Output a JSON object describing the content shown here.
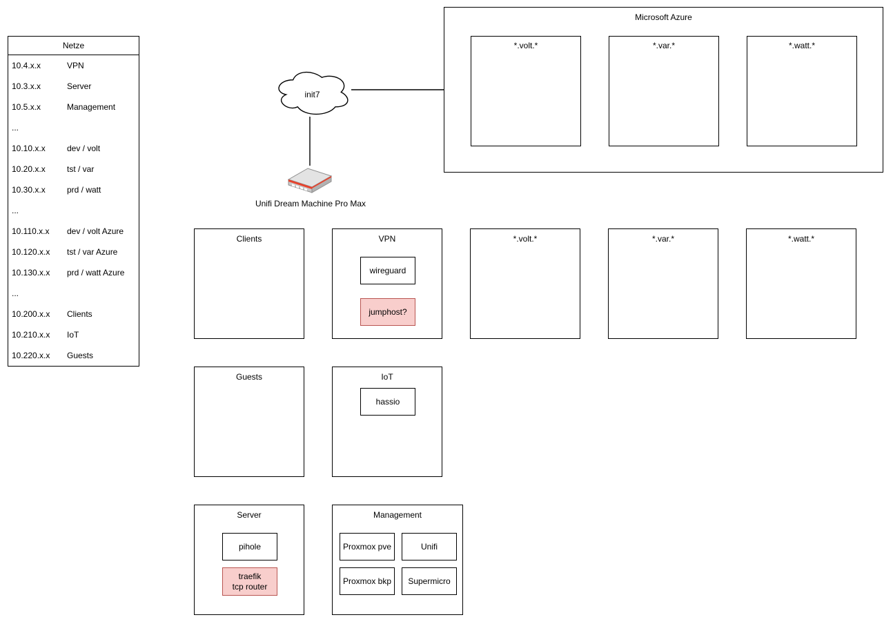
{
  "netze": {
    "title": "Netze",
    "rows": [
      {
        "range": "10.4.x.x",
        "label": "VPN"
      },
      {
        "range": "10.3.x.x",
        "label": "Server"
      },
      {
        "range": "10.5.x.x",
        "label": "Management"
      },
      {
        "range": "...",
        "label": ""
      },
      {
        "range": "10.10.x.x",
        "label": "dev / volt"
      },
      {
        "range": "10.20.x.x",
        "label": "tst / var"
      },
      {
        "range": "10.30.x.x",
        "label": "prd / watt"
      },
      {
        "range": "...",
        "label": ""
      },
      {
        "range": "10.110.x.x",
        "label": "dev / volt Azure"
      },
      {
        "range": "10.120.x.x",
        "label": "tst / var Azure"
      },
      {
        "range": "10.130.x.x",
        "label": "prd / watt Azure"
      },
      {
        "range": "...",
        "label": ""
      },
      {
        "range": "10.200.x.x",
        "label": "Clients"
      },
      {
        "range": "10.210.x.x",
        "label": "IoT"
      },
      {
        "range": "10.220.x.x",
        "label": "Guests"
      }
    ]
  },
  "internet": {
    "label": "init7"
  },
  "router": {
    "label": "Unifi Dream Machine Pro Max"
  },
  "azure": {
    "title": "Microsoft Azure",
    "subnets": [
      {
        "label": "*.volt.*"
      },
      {
        "label": "*.var.*"
      },
      {
        "label": "*.watt.*"
      }
    ]
  },
  "lan": {
    "clients": {
      "title": "Clients"
    },
    "vpn": {
      "title": "VPN",
      "wireguard": "wireguard",
      "jumphost": "jumphost?"
    },
    "volt": {
      "title": "*.volt.*"
    },
    "var": {
      "title": "*.var.*"
    },
    "watt": {
      "title": "*.watt.*"
    },
    "guests": {
      "title": "Guests"
    },
    "iot": {
      "title": "IoT",
      "hassio": "hassio"
    },
    "server": {
      "title": "Server",
      "pihole": "pihole",
      "traefik": "traefik\ntcp router"
    },
    "management": {
      "title": "Management",
      "nodes": [
        {
          "label": "Proxmox pve"
        },
        {
          "label": "Unifi"
        },
        {
          "label": "Proxmox bkp"
        },
        {
          "label": "Supermicro"
        }
      ]
    }
  },
  "colors": {
    "highlight_fill": "#f8cecc",
    "highlight_border": "#b85450",
    "stroke": "#000000",
    "router_red": "#e8432d"
  }
}
